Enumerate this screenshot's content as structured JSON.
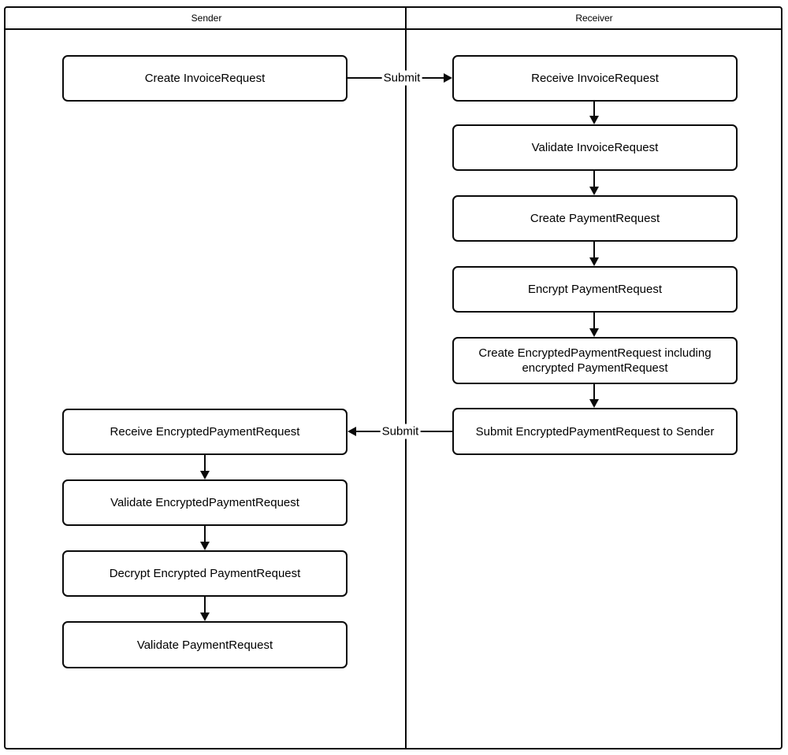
{
  "diagram": {
    "type": "swimlane-flowchart",
    "colors": {
      "stroke": "#000000",
      "fill": "#ffffff",
      "text": "#000000"
    },
    "lanes": {
      "sender": {
        "title": "Sender"
      },
      "receiver": {
        "title": "Receiver"
      }
    },
    "nodes": {
      "create_invoice_request": {
        "lane": "sender",
        "label": "Create InvoiceRequest"
      },
      "receive_invoice_request": {
        "lane": "receiver",
        "label": "Receive InvoiceRequest"
      },
      "validate_invoice_request": {
        "lane": "receiver",
        "label": "Validate InvoiceRequest"
      },
      "create_payment_request": {
        "lane": "receiver",
        "label": "Create PaymentRequest"
      },
      "encrypt_payment_request": {
        "lane": "receiver",
        "label": "Encrypt PaymentRequest"
      },
      "create_encrypted_payment_request": {
        "lane": "receiver",
        "label": "Create EncryptedPaymentRequest including encrypted PaymentRequest"
      },
      "submit_encrypted_payment_request": {
        "lane": "receiver",
        "label": "Submit EncryptedPaymentRequest to Sender"
      },
      "receive_encrypted_payment_request": {
        "lane": "sender",
        "label": "Receive EncryptedPaymentRequest"
      },
      "validate_encrypted_payment_request": {
        "lane": "sender",
        "label": "Validate EncryptedPaymentRequest"
      },
      "decrypt_encrypted_payment_request": {
        "lane": "sender",
        "label": "Decrypt Encrypted PaymentRequest"
      },
      "validate_payment_request": {
        "lane": "sender",
        "label": "Validate PaymentRequest"
      }
    },
    "edges": [
      {
        "from": "create_invoice_request",
        "to": "receive_invoice_request",
        "label": "Submit"
      },
      {
        "from": "receive_invoice_request",
        "to": "validate_invoice_request",
        "label": ""
      },
      {
        "from": "validate_invoice_request",
        "to": "create_payment_request",
        "label": ""
      },
      {
        "from": "create_payment_request",
        "to": "encrypt_payment_request",
        "label": ""
      },
      {
        "from": "encrypt_payment_request",
        "to": "create_encrypted_payment_request",
        "label": ""
      },
      {
        "from": "create_encrypted_payment_request",
        "to": "submit_encrypted_payment_request",
        "label": ""
      },
      {
        "from": "submit_encrypted_payment_request",
        "to": "receive_encrypted_payment_request",
        "label": "Submit"
      },
      {
        "from": "receive_encrypted_payment_request",
        "to": "validate_encrypted_payment_request",
        "label": ""
      },
      {
        "from": "validate_encrypted_payment_request",
        "to": "decrypt_encrypted_payment_request",
        "label": ""
      },
      {
        "from": "decrypt_encrypted_payment_request",
        "to": "validate_payment_request",
        "label": ""
      }
    ]
  }
}
